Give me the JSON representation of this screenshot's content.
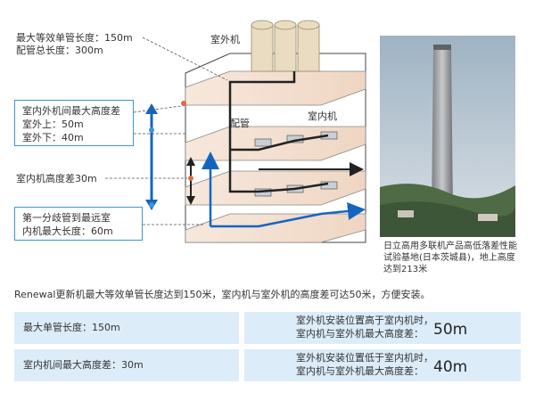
{
  "diagram": {
    "top_note": {
      "line1": "最大等效单管长度：150m",
      "line2": "配管总长度：300m"
    },
    "outdoor_label": "室外机",
    "pipe_label": "配管",
    "indoor_label": "室内机",
    "height_diff_box": {
      "title": "室内外机间最大高度差",
      "up": "室外上：50m",
      "down": "室外下：40m"
    },
    "indoor_height_diff": "室内机高度差30m",
    "branch_box": {
      "line1": "第一分歧管到最远室",
      "line2": "内机最大长度：60m"
    }
  },
  "photo": {
    "caption_line1": "日立高用多联机产品高低落差性能",
    "caption_line2": "试验基地(日本茨城县)，地上高度",
    "caption_line3": "达到213米"
  },
  "summary": "Renewal更新机最大等效单管长度达到150米，室内机与室外机的高度差可达50米，方便安装。",
  "table": {
    "row1": {
      "left": "最大单管长度：150m",
      "right_line1": "室外机安装位置高于室内机时，",
      "right_line2": "室内机与室外机最大高度差：",
      "right_value": "50m"
    },
    "row2": {
      "left": "室内机间最大高度差：30m",
      "right_line1": "室外机安装位置低于室内机时，",
      "right_line2": "室内机与室外机最大高度差：",
      "right_value": "40m"
    }
  },
  "colors": {
    "accent": "#3b95d6",
    "pipe": "#333333",
    "cell_bg": "#dcecf9",
    "building": "#f4e2d5"
  }
}
